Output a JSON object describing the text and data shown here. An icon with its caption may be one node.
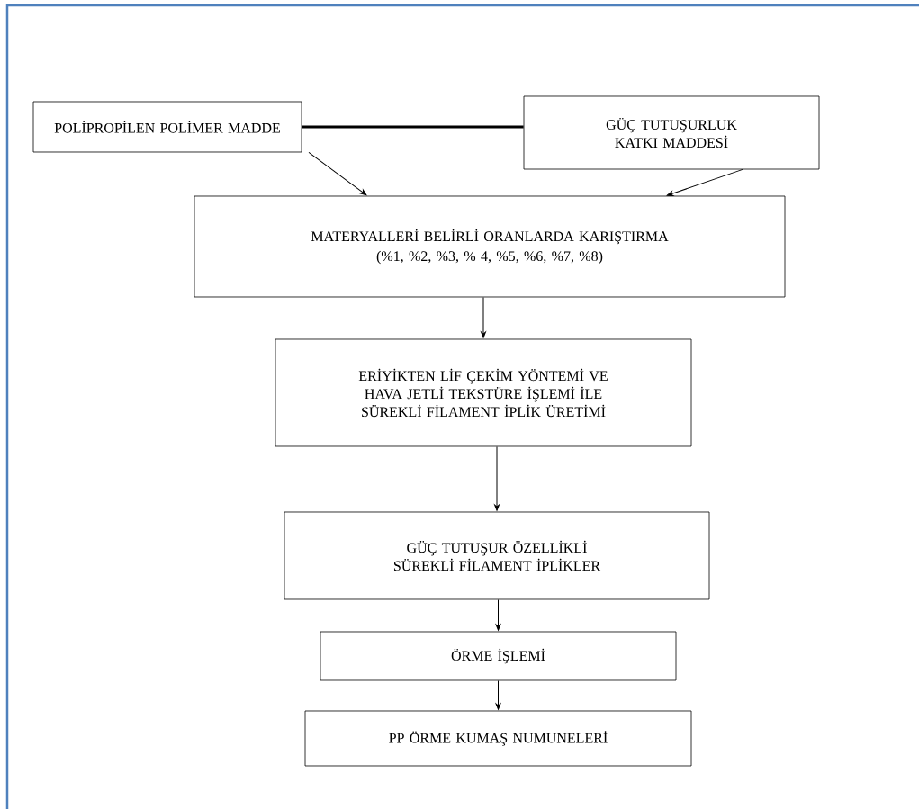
{
  "diagram": {
    "nodes": [
      {
        "text": [
          "POLİPROPİLEN POLİMER MADDE"
        ]
      },
      {
        "text": [
          "GÜÇ TUTUŞURLUK KATKI MADDESİ"
        ]
      },
      {
        "text": [
          "MATERYALLERİ BELİRLİ ORANLARDA KARIŞTIRMA",
          "(%1, %2, %3, % 4, %5, %6, %7, %8)"
        ]
      },
      {
        "text": [
          "ERİYİKTEN LİF ÇEKİM YÖNTEMİ VE HAVA JETLİ TEKSTÜRE İŞLEMİ İLE SÜREKLİ FİLAMENT İPLİK ÜRETİMİ"
        ]
      },
      {
        "text": [
          "GÜÇ TUTUŞUR ÖZELLİKLİ SÜREKLİ FİLAMENT İPLİKLER"
        ]
      },
      {
        "text": [
          "ÖRME İŞLEMİ"
        ]
      },
      {
        "text": [
          "PP ÖRME KUMAŞ NUMUNELERİ"
        ]
      }
    ],
    "edges": [
      {
        "from": 0,
        "to": 1,
        "arrow": "none",
        "style": "thick"
      },
      {
        "from": 0,
        "to": 2,
        "arrow": "to"
      },
      {
        "from": 1,
        "to": 2,
        "arrow": "to"
      },
      {
        "from": 2,
        "to": 3,
        "arrow": "to"
      },
      {
        "from": 3,
        "to": 4,
        "arrow": "to"
      },
      {
        "from": 4,
        "to": 5,
        "arrow": "to"
      },
      {
        "from": 5,
        "to": 6,
        "arrow": "to"
      }
    ]
  }
}
